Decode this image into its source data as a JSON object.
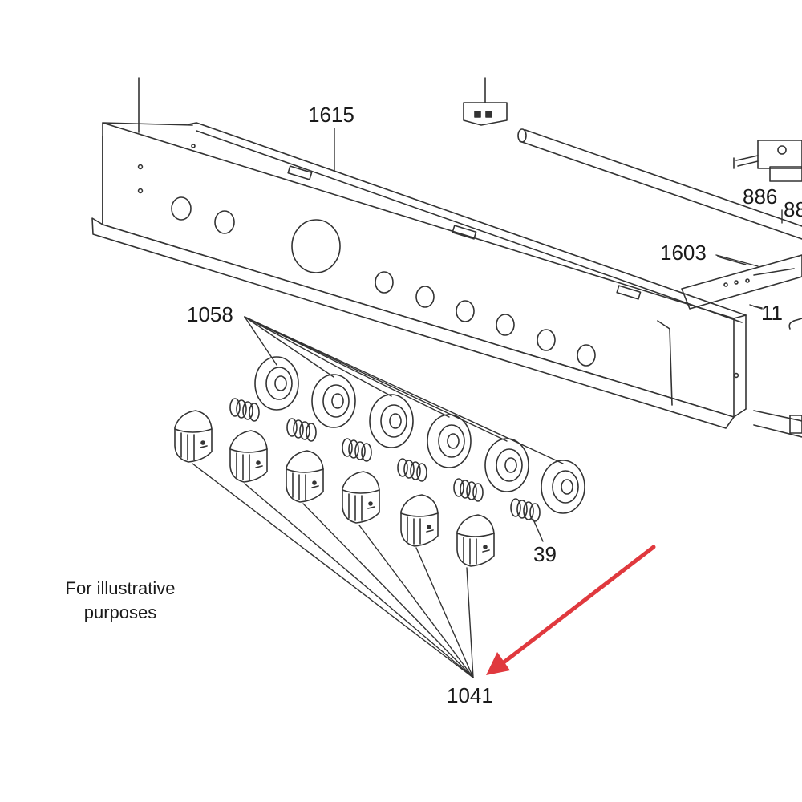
{
  "callouts": {
    "c1615": "1615",
    "c886": "886",
    "c88": "88",
    "c1603": "1603",
    "c11": "11",
    "c1058": "1058",
    "c39": "39",
    "c1041": "1041"
  },
  "note": {
    "line1": "For illustrative",
    "line2": "purposes"
  },
  "colors": {
    "line": "#333333",
    "arrow": "#e0393e",
    "text": "#1a1a1a"
  }
}
